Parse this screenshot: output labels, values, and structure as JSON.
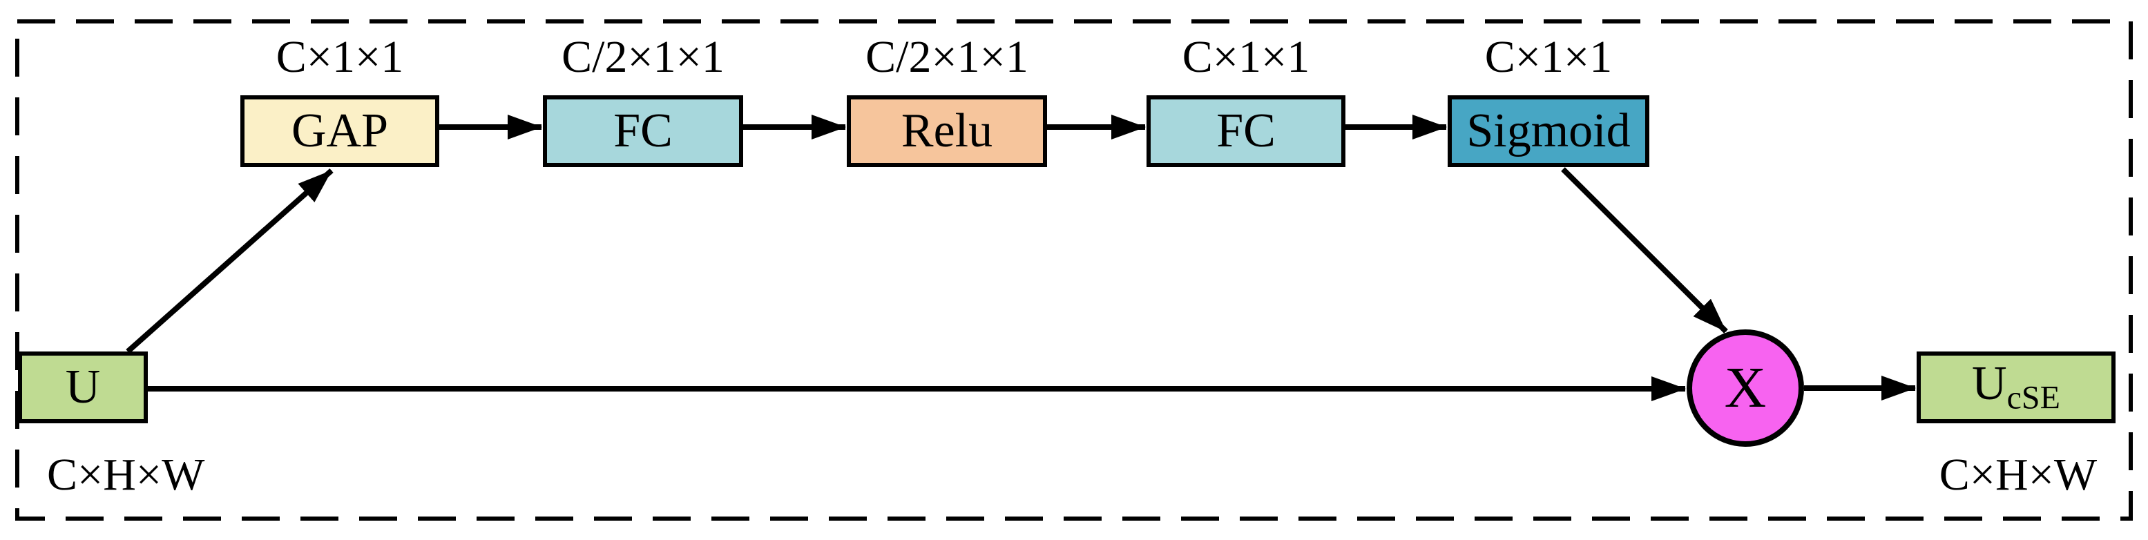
{
  "blocks": {
    "gap": {
      "label": "GAP",
      "dim": "C×1×1"
    },
    "fc1": {
      "label": "FC",
      "dim": "C/2×1×1"
    },
    "relu": {
      "label": "Relu",
      "dim": "C/2×1×1"
    },
    "fc2": {
      "label": "FC",
      "dim": "C×1×1"
    },
    "sigmoid": {
      "label": "Sigmoid",
      "dim": "C×1×1"
    },
    "input": {
      "label": "U",
      "dim": "C×H×W"
    },
    "multiply": {
      "label": "X"
    },
    "output": {
      "label": "U",
      "sub": "cSE",
      "dim": "C×H×W"
    }
  },
  "colors": {
    "gap_fill": "#FBF0C7",
    "fc_fill": "#A7D7DC",
    "relu_fill": "#F6C59C",
    "sigmoid_fill": "#47A6C4",
    "input_output_fill": "#BFDB92",
    "multiply_fill": "#F763F0",
    "line": "#000000",
    "background": "#FFFFFF"
  }
}
